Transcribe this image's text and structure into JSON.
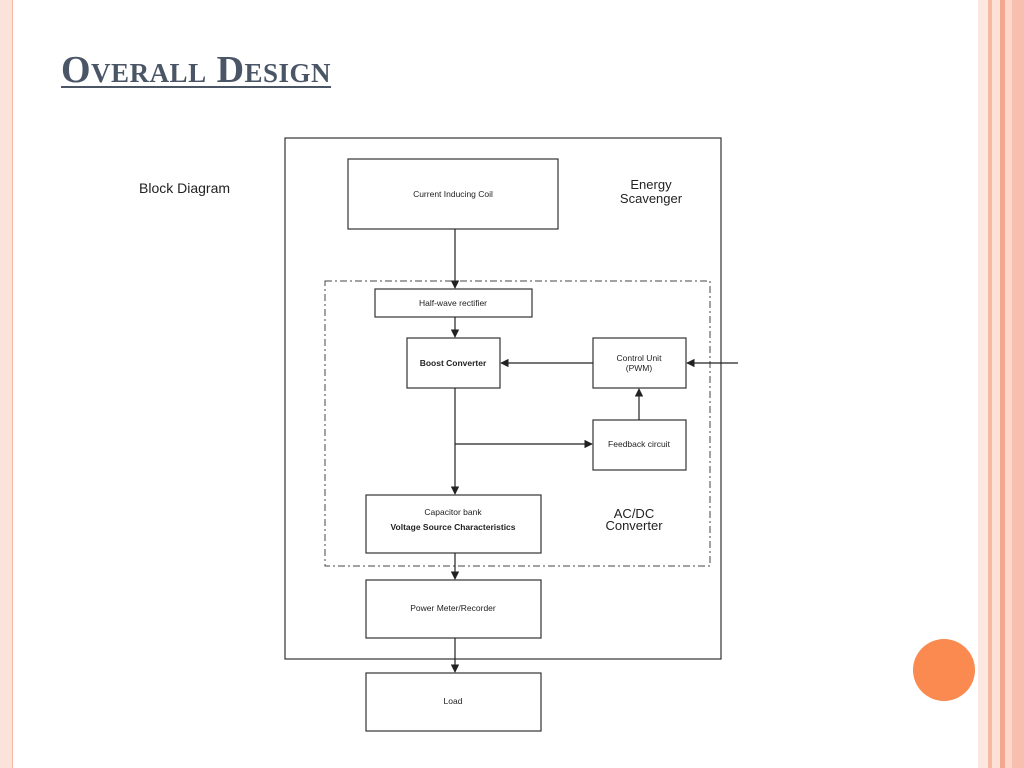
{
  "slide": {
    "title": "Overall Design",
    "side_label": "Block Diagram"
  },
  "diagram": {
    "regions": {
      "energy_scavenger": [
        "Energy",
        "Scavenger"
      ],
      "acdc_converter": [
        "AC/DC",
        "Converter"
      ]
    },
    "nodes": {
      "coil": "Current Inducing Coil",
      "rectifier": "Half-wave rectifier",
      "boost": "Boost Converter",
      "control_line1": "Control Unit",
      "control_line2": "(PWM)",
      "feedback": "Feedback circuit",
      "capacitor_line1": "Capacitor bank",
      "capacitor_line2": "Voltage Source Characteristics",
      "power_meter": "Power Meter/Recorder",
      "load": "Load"
    },
    "edges": [
      {
        "from": "coil",
        "to": "rectifier"
      },
      {
        "from": "rectifier",
        "to": "boost"
      },
      {
        "from": "control",
        "to": "boost"
      },
      {
        "from": "external",
        "to": "control"
      },
      {
        "from": "feedback",
        "to": "control"
      },
      {
        "from": "boost",
        "to": "feedback"
      },
      {
        "from": "boost",
        "to": "capacitor"
      },
      {
        "from": "capacitor",
        "to": "power_meter"
      },
      {
        "from": "power_meter",
        "to": "load"
      }
    ]
  },
  "colors": {
    "accent_circle": "#fa8a4f",
    "title": "#4a5566",
    "border_pink": "#f4b9a8"
  }
}
